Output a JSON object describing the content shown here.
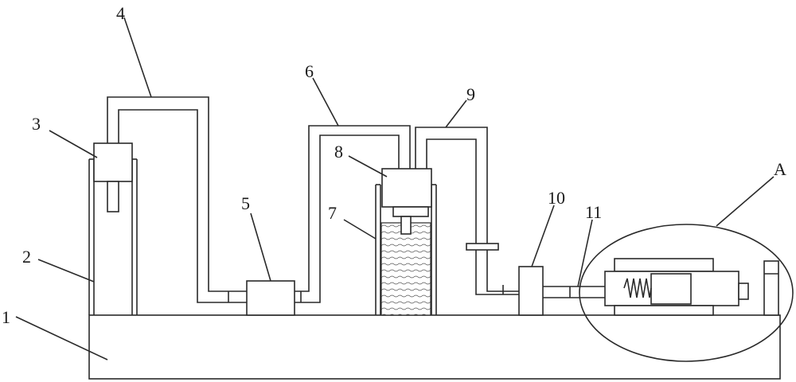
{
  "colors": {
    "line": "#2a2a2a",
    "background": "#ffffff"
  },
  "labels": {
    "l1": "1",
    "l2": "2",
    "l3": "3",
    "l4": "4",
    "l5": "5",
    "l6": "6",
    "l7": "7",
    "l8": "8",
    "l9": "9",
    "l10": "10",
    "l11": "11",
    "lA": "A"
  }
}
